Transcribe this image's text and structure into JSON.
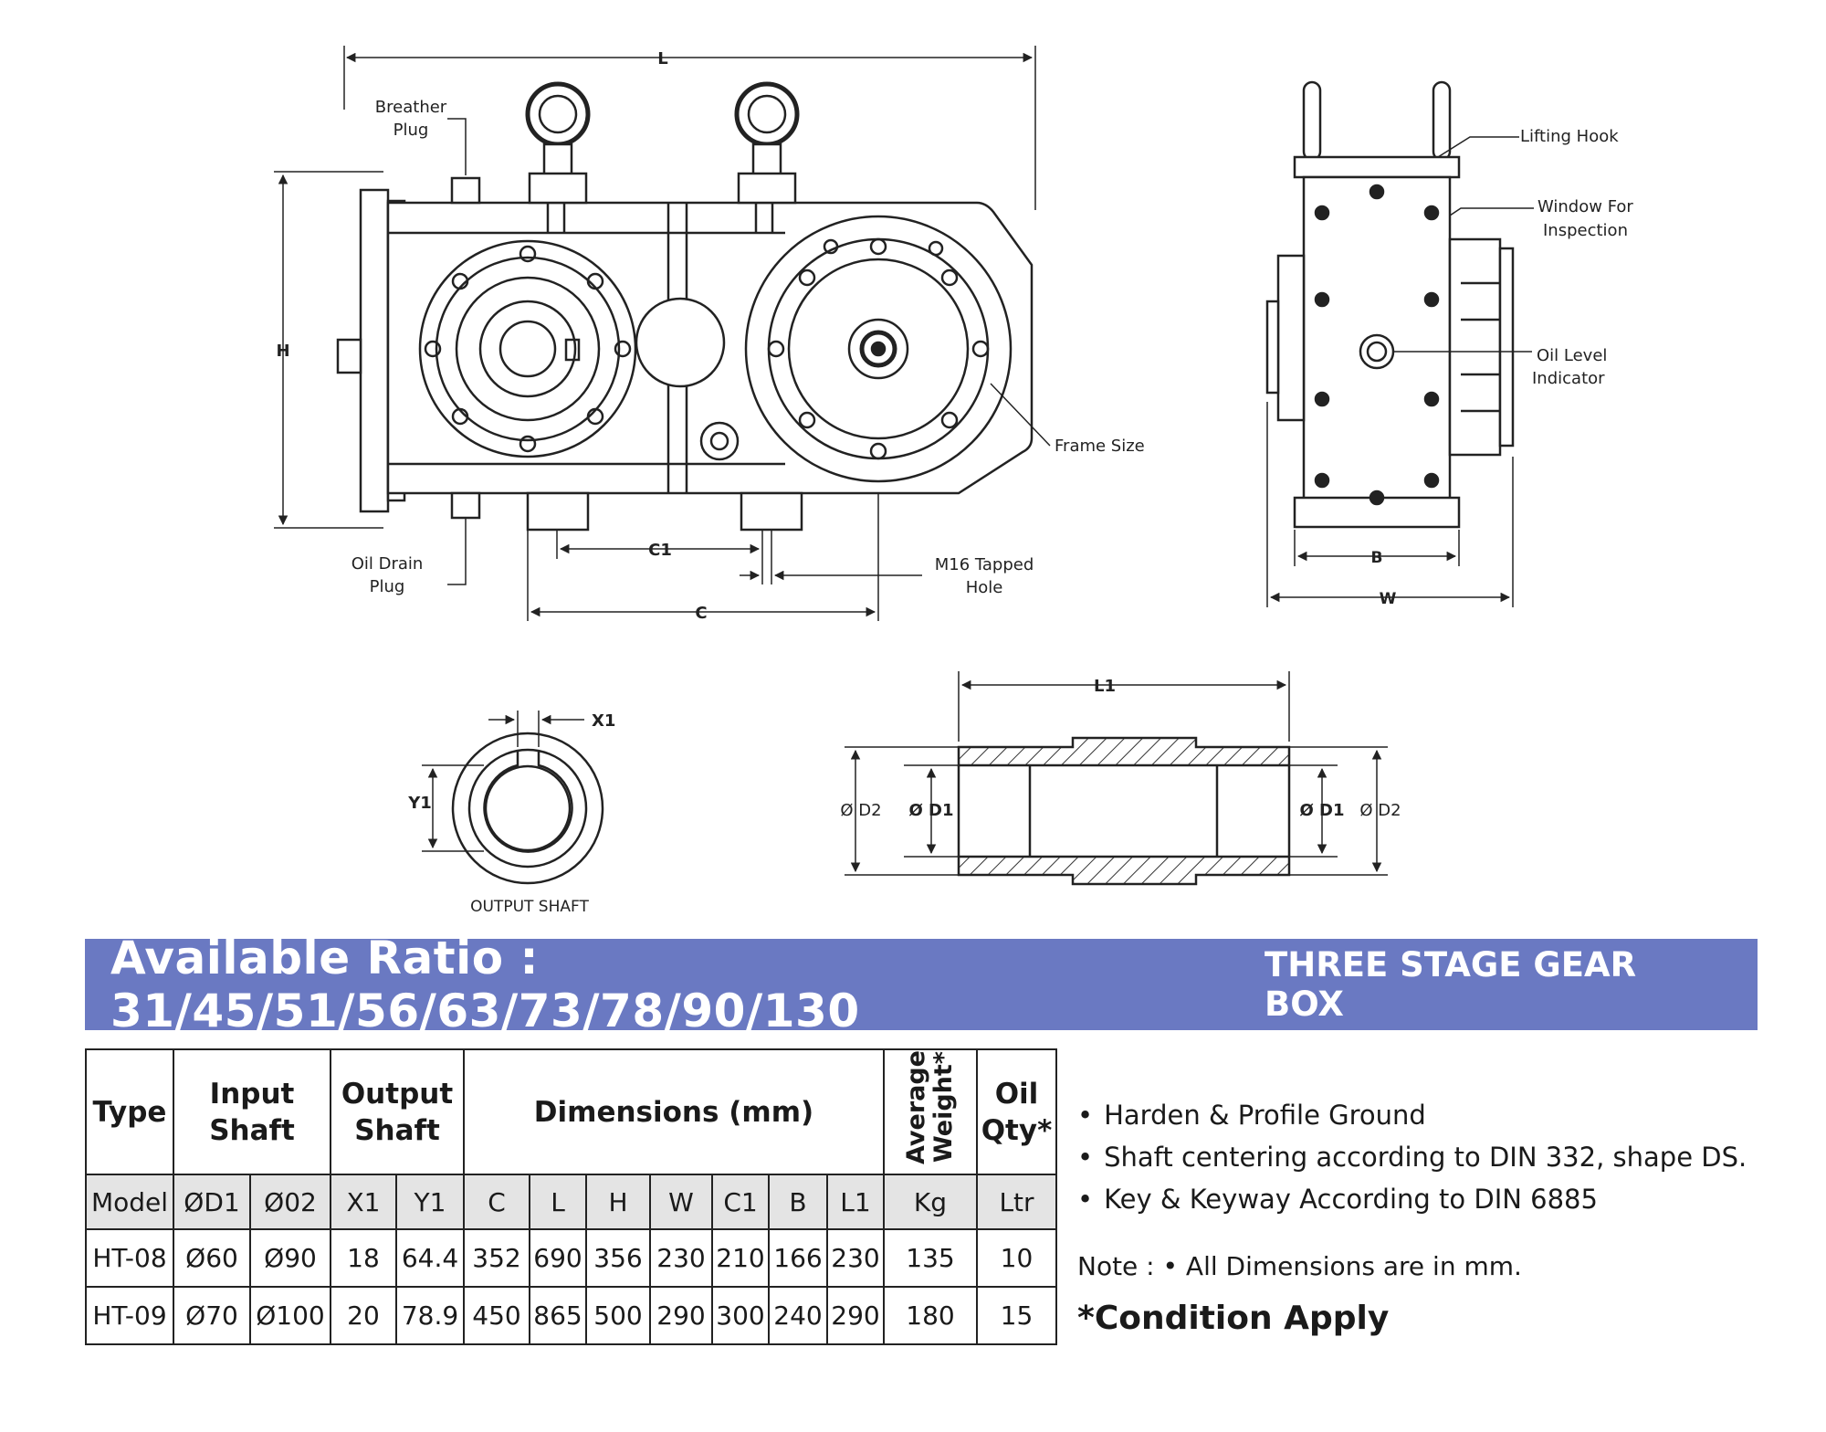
{
  "drawing": {
    "dimension_labels": {
      "L": "L",
      "H": "H",
      "C": "C",
      "C1": "C1",
      "B": "B",
      "W": "W",
      "L1": "L1",
      "X1": "X1",
      "Y1": "Y1",
      "D1_left": "Ø D1",
      "D2_left": "Ø D2",
      "D1_right": "Ø D1",
      "D2_right": "Ø D2"
    },
    "callouts": {
      "breather_1": "Breather",
      "breather_2": "Plug",
      "oil_drain_1": "Oil Drain",
      "oil_drain_2": "Plug",
      "tapped_hole_1": "M16 Tapped",
      "tapped_hole_2": "Hole",
      "frame_size": "Frame Size",
      "lifting_hook": "Lifting Hook",
      "window_1": "Window For",
      "window_2": "Inspection",
      "oil_level_1": "Oil Level",
      "oil_level_2": "Indicator",
      "output_shaft": "OUTPUT SHAFT"
    }
  },
  "banner": {
    "ratio": "Available Ratio : 31/45/51/56/63/73/78/90/130",
    "stage": "THREE STAGE GEAR BOX",
    "color": "#6a79c2"
  },
  "table": {
    "groups": {
      "type": "Type",
      "input_1": "Input",
      "input_2": "Shaft",
      "output_1": "Output",
      "output_2": "Shaft",
      "dimensions": "Dimensions (mm)",
      "weight_1": "Average",
      "weight_2": "Weight*",
      "oil_1": "Oil",
      "oil_2": "Qty*"
    },
    "subheaders": [
      "Model",
      "ØD1",
      "Ø02",
      "X1",
      "Y1",
      "C",
      "L",
      "H",
      "W",
      "C1",
      "B",
      "L1",
      "Kg",
      "Ltr"
    ],
    "rows": [
      [
        "HT-08",
        "Ø60",
        "Ø90",
        "18",
        "64.4",
        "352",
        "690",
        "356",
        "230",
        "210",
        "166",
        "230",
        "135",
        "10"
      ],
      [
        "HT-09",
        "Ø70",
        "Ø100",
        "20",
        "78.9",
        "450",
        "865",
        "500",
        "290",
        "300",
        "240",
        "290",
        "180",
        "15"
      ]
    ]
  },
  "notes": {
    "bullets": [
      "Harden & Profile Ground",
      "Shaft centering according to DIN 332, shape DS.",
      "Key & Keyway According to DIN 6885"
    ],
    "note_line": "Note : • All Dimensions are in mm.",
    "condition": "*Condition Apply"
  }
}
